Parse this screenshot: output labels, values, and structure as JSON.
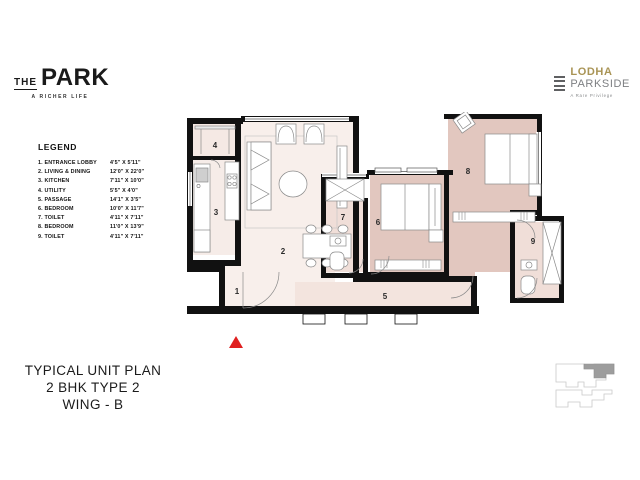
{
  "brand_left": {
    "the": "THE",
    "park": "PARK",
    "tagline": "A RICHER LIFE"
  },
  "brand_right": {
    "line1": "LODHA",
    "line2": "PARKSIDE",
    "tagline": "A Rare Privilege",
    "accent_color": "#a99455",
    "secondary_color": "#7d7f82"
  },
  "legend": {
    "title": "LEGEND",
    "items": [
      {
        "label": "1. ENTRANCE LOBBY",
        "dim": "4'5\" X 5'11\""
      },
      {
        "label": "2. LIVING & DINING",
        "dim": "12'0\" X 22'0\""
      },
      {
        "label": "3. KITCHEN",
        "dim": "7'11\" X 10'0\""
      },
      {
        "label": "4. UTILITY",
        "dim": "5'5\" X 4'0\""
      },
      {
        "label": "5. PASSAGE",
        "dim": "14'1\" X 3'5\""
      },
      {
        "label": "6. BEDROOM",
        "dim": "10'0\" X 11'7\""
      },
      {
        "label": "7. TOILET",
        "dim": "4'11\" X 7'11\""
      },
      {
        "label": "8. BEDROOM",
        "dim": "11'0\" X 13'9\""
      },
      {
        "label": "9. TOILET",
        "dim": "4'11\" X 7'11\""
      }
    ]
  },
  "plan_title": {
    "line1": "TYPICAL UNIT PLAN",
    "line2": "2 BHK TYPE 2",
    "line3": "WING - B"
  },
  "floorplan": {
    "room_numbers": [
      "1",
      "2",
      "3",
      "4",
      "5",
      "6",
      "7",
      "8",
      "9"
    ],
    "colors": {
      "wall": "#111111",
      "bedroom_fill": "#e2c7bf",
      "living_fill": "#f8efeb",
      "kitchen_fill": "#f6ece8",
      "white": "#ffffff",
      "furniture_line": "#8a8a8a",
      "north_marker": "#e02020"
    }
  },
  "keyplan": {
    "highlight_color": "#9d9d9d",
    "outline_color": "#c8c8c8"
  }
}
